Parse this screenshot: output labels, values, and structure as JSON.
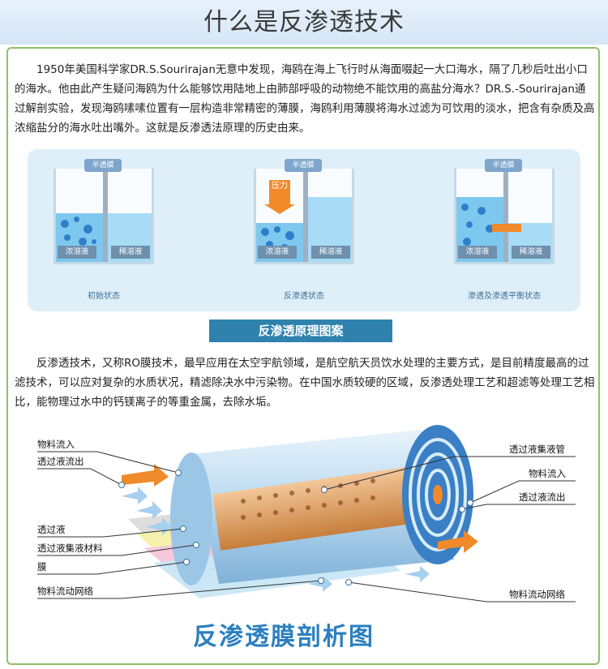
{
  "header": {
    "title": "什么是反渗透技术"
  },
  "intro": {
    "text": "1950年美国科学家DR.S.Sourirajan无意中发现，海鸥在海上飞行时从海面啜起一大口海水，隔了几秒后吐出小口的海水。他由此产生疑问海鸥为什么能够饮用陆地上由肺部呼吸的动物绝不能饮用的高盐分海水？DR.S.-Sourirajan通过解剖实验，发现海鸥嗉嗉位置有一层构造非常精密的薄膜，海鸥利用薄膜将海水过滤为可饮用的淡水，把含有杂质及高浓缩盐分的海水吐出嘴外。这就是反渗透法原理的历史由来。"
  },
  "principle": {
    "membrane_label": "半透膜",
    "left_tag": "浓溶液",
    "right_tag": "稀溶液",
    "pressure_label": "压力",
    "states": [
      "初始状态",
      "反渗透状态",
      "渗透及渗透平衡状态"
    ],
    "caption": "反渗透原理图案"
  },
  "tech": {
    "text": "反渗透技术，又称RO膜技术，最早应用在太空宇航领域，是航空航天员饮水处理的主要方式，是目前精度最高的过滤技术，可以应对复杂的水质状况，精滤除决水中污染物。在中国水质较硬的区域，反渗透处理工艺和超滤等处理工艺相比，能物理过水中的钙镁离子的等重金属，去除水垢。"
  },
  "anatomy": {
    "left_labels": [
      "物料流入",
      "透过液流出",
      "透过液",
      "透过液集液材料",
      "膜",
      "物料流动网络"
    ],
    "right_labels": [
      "透过液集液管",
      "物料流入",
      "透过液流出",
      "物料流动网络"
    ],
    "title": "反渗透膜剖析图"
  },
  "colors": {
    "title_blue": "#2b7fc0",
    "caption_bg": "#2f82ad",
    "frame_green": "#8fc16a",
    "panel_bg": "#dfeff9"
  }
}
